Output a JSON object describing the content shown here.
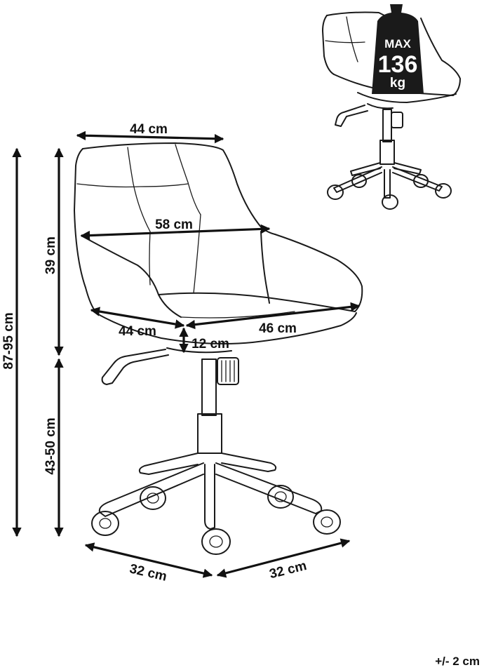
{
  "dimensions": {
    "seat_width_top": "44 cm",
    "seat_height_total": "87-95 cm",
    "backrest_height": "39 cm",
    "armrest_width": "58 cm",
    "seat_depth": "44 cm",
    "seat_width": "46 cm",
    "seat_thickness": "12 cm",
    "seat_height": "43-50 cm",
    "base_left": "32 cm",
    "base_right": "32 cm"
  },
  "max_load": {
    "label": "MAX",
    "value": "136",
    "unit": "kg"
  },
  "tolerance": "+/- 2 cm"
}
